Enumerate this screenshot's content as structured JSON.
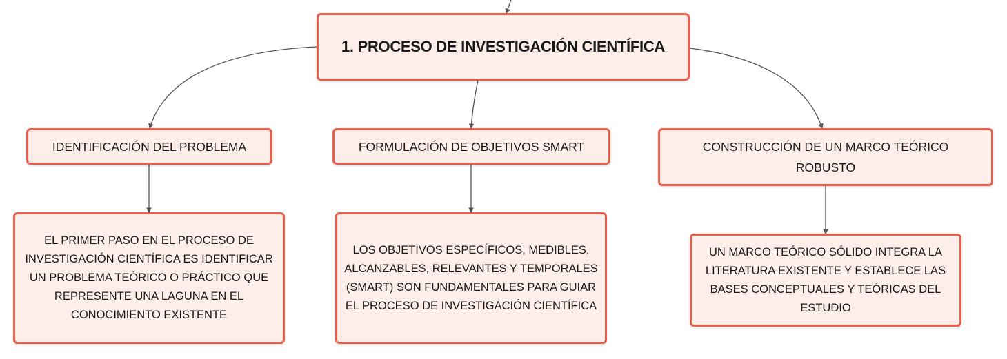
{
  "diagram": {
    "root": {
      "label": "1. PROCESO DE INVESTIGACIÓN CIENTÍFICA"
    },
    "branches": [
      {
        "label": "IDENTIFICACIÓN DEL PROBLEMA",
        "description": "EL PRIMER PASO EN EL PROCESO DE INVESTIGACIÓN CIENTÍFICA ES IDENTIFICAR UN PROBLEMA TEÓRICO O PRÁCTICO QUE REPRESENTE UNA LAGUNA EN EL CONOCIMIENTO EXISTENTE"
      },
      {
        "label": "FORMULACIÓN DE OBJETIVOS SMART",
        "description": "LOS OBJETIVOS ESPECÍFICOS, MEDIBLES, ALCANZABLES, RELEVANTES Y TEMPORALES (SMART) SON FUNDAMENTALES PARA GUIAR EL PROCESO DE INVESTIGACIÓN CIENTÍFICA"
      },
      {
        "label": "CONSTRUCCIÓN DE UN MARCO TEÓRICO ROBUSTO",
        "description": "UN MARCO TEÓRICO SÓLIDO INTEGRA LA LITERATURA EXISTENTE Y ESTABLECE LAS BASES CONCEPTUALES Y TEÓRICAS DEL ESTUDIO"
      }
    ]
  },
  "colors": {
    "node_fill": "#fdeee9",
    "node_border": "#e8604c",
    "connector": "#555555",
    "text": "#1a1a1a"
  }
}
